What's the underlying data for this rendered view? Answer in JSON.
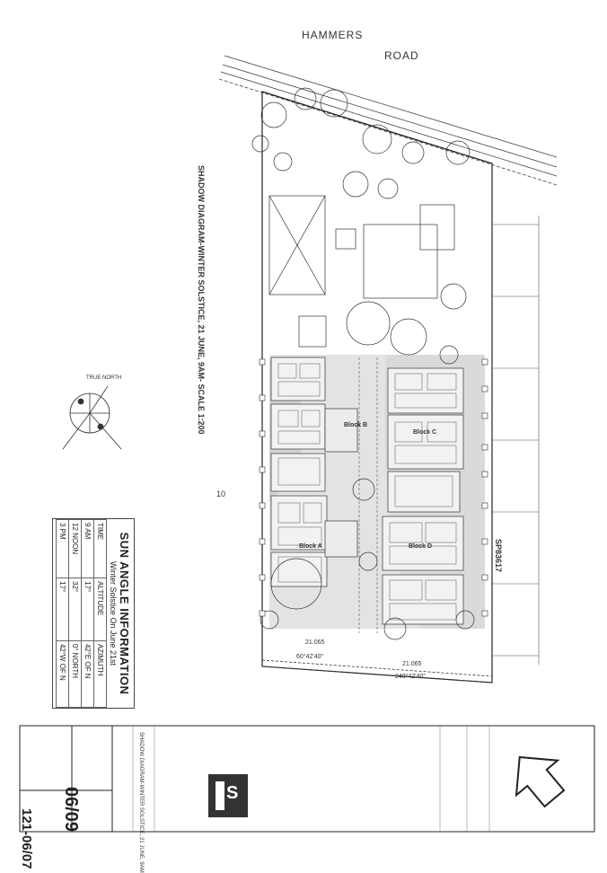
{
  "street": {
    "word1": "HAMMERS",
    "word2": "ROAD"
  },
  "drawing_title": "SHADOW DIAGRAM-WINTER SOLSTICE, 21 JUNE, 9AM- SCALE 1:200",
  "plan_labels": {
    "sp_number": "SP83617",
    "lot": "10",
    "dim1": "21.065",
    "dim2": "21.065",
    "bearing1": "60°42'40\"",
    "bearing2": "240°42'40\"",
    "areas": [
      "Block B",
      "Block A",
      "Block C",
      "Block D"
    ]
  },
  "compass": {
    "true_north_label": "TRUE NORTH"
  },
  "sun_angle": {
    "title": "SUN ANGLE INFORMATION",
    "subtitle": "Winter Solstice On June 21st",
    "headers": [
      "TIME",
      "ALTITUDE",
      "AZIMUTH"
    ],
    "rows": [
      [
        "9 AM",
        "17°",
        "42°E OF N"
      ],
      [
        "12 NOON",
        "32°",
        "0° NORTH"
      ],
      [
        "3 PM",
        "17°",
        "42°W OF N"
      ]
    ]
  },
  "title_block": {
    "drawing_number": "121-06/07",
    "sheet": "06/09",
    "drawing_name": "SHADOW DIAGRAM-WINTER SOLSTICE, 21 JUNE, 9AM",
    "company_mark": "S"
  },
  "colors": {
    "line": "#333333",
    "shadow": "#d6d6d6",
    "paper": "#ffffff"
  }
}
